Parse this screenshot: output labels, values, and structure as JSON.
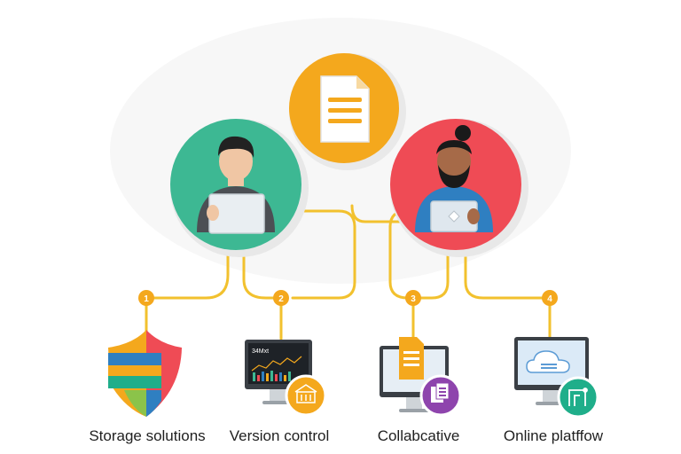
{
  "diagram": {
    "center_node": {
      "icon": "document-icon",
      "color": "#f4a81d"
    },
    "people": [
      {
        "icon": "person-with-tablet-icon",
        "color": "#3db893"
      },
      {
        "icon": "bearded-person-with-tablet-icon",
        "color": "#ef4b55"
      }
    ],
    "connector_color": "#f2c12e",
    "steps": [
      {
        "number": "1",
        "label": "Storage solutions",
        "icon": "shield-icon"
      },
      {
        "number": "2",
        "label": "Version control",
        "icon": "monitor-chart-icon",
        "screen_text": "34Mxt",
        "badge_color": "#f4a81d"
      },
      {
        "number": "3",
        "label": "Collabcative",
        "icon": "monitor-document-icon",
        "badge_color": "#8e44ad"
      },
      {
        "number": "4",
        "label": "Online platffow",
        "icon": "monitor-cloud-icon",
        "badge_color": "#1fae8a"
      }
    ]
  }
}
